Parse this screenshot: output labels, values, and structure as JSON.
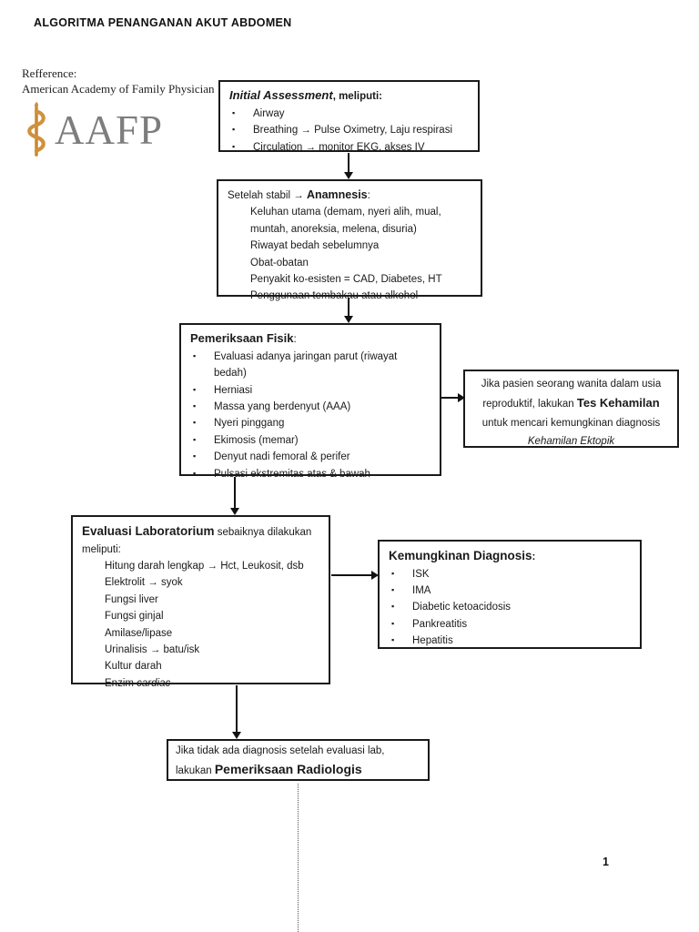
{
  "page": {
    "title": "ALGORITMA PENANGANAN AKUT ABDOMEN",
    "page_number": "1"
  },
  "reference": {
    "label": "Refference:",
    "source": "American Academy of Family Physician",
    "logo_text": "AAFP",
    "logo_icon": "rod-of-asclepius-icon"
  },
  "colors": {
    "logo_gold": "#D0913C",
    "logo_gray": "#7D7D7D",
    "box_border": "#1A1A1A",
    "dotted_line": "#555555"
  },
  "boxes": {
    "initial_assessment": {
      "title_main": "Initial Assessment",
      "title_rest": ", meliputi:",
      "items": [
        "Airway",
        "Breathing → Pulse Oximetry, Laju respirasi",
        "Circulation → monitor EKG, akses IV"
      ]
    },
    "anamnesis": {
      "title_prefix": "Setelah stabil → ",
      "title_main": "Anamnesis",
      "title_suffix": ":",
      "items": [
        "Keluhan utama (demam, nyeri alih, mual, muntah, anoreksia, melena, disuria)",
        "Riwayat bedah sebelumnya",
        "Obat-obatan",
        "Penyakit ko-esisten = CAD, Diabetes, HT",
        "Penggunaan tembakau atau alkohol"
      ]
    },
    "pemeriksaan_fisik": {
      "title_main": "Pemeriksaan Fisik",
      "title_suffix": ":",
      "items": [
        "Evaluasi adanya jaringan parut (riwayat bedah)",
        "Herniasi",
        "Massa yang berdenyut (AAA)",
        "Nyeri pinggang",
        "Ekimosis (memar)",
        "Denyut nadi femoral & perifer",
        "Pulsasi ekstremitas atas & bawah"
      ]
    },
    "tes_kehamilan": {
      "line1": "Jika pasien seorang wanita dalam usia",
      "line2_prefix": "reproduktif, lakukan ",
      "line2_main": "Tes Kehamilan",
      "line3": "untuk mencari kemungkinan diagnosis",
      "line4": "Kehamilan Ektopik"
    },
    "evaluasi_laboratorium": {
      "title_main": "Evaluasi Laboratorium",
      "title_rest": " sebaiknya dilakukan meliputi:",
      "items": [
        "Hitung darah lengkap → Hct, Leukosit, dsb",
        "Elektrolit → syok",
        "Fungsi liver",
        "Fungsi ginjal",
        "Amilase/lipase",
        "Urinalisis → batu/isk",
        "Kultur darah"
      ],
      "item_last_prefix": "Enzim ",
      "item_last_italic": "cardiac"
    },
    "kemungkinan_diagnosis": {
      "title_main": "Kemungkinan Diagnosis",
      "title_suffix": ":",
      "items": [
        "ISK",
        "IMA",
        "Diabetic ketoacidosis",
        "Pankreatitis",
        "Hepatitis"
      ]
    },
    "radiologis": {
      "line1": "Jika tidak ada diagnosis setelah evaluasi lab,",
      "line2_prefix": "lakukan ",
      "line2_main": "Pemeriksaan Radiologis"
    }
  }
}
